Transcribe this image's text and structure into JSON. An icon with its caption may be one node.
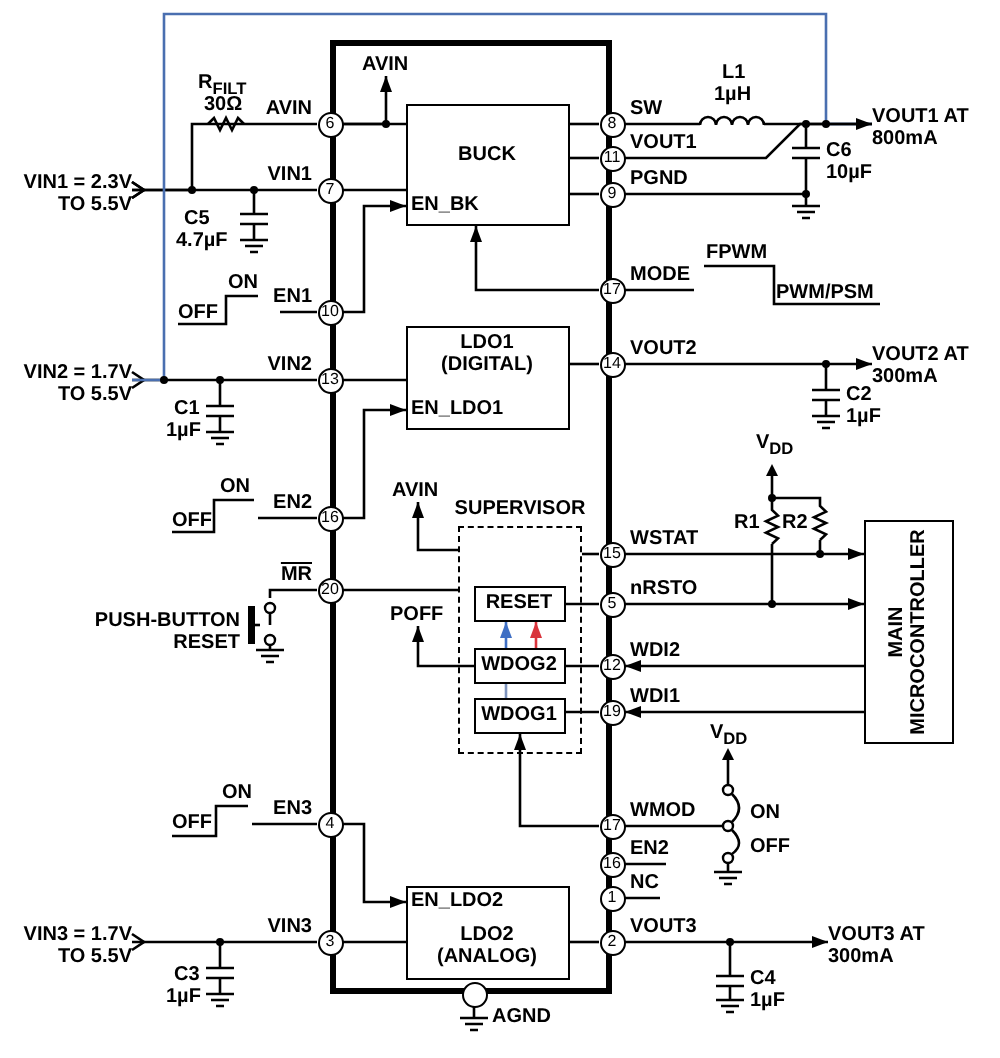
{
  "diagram": {
    "nodes": [
      {
        "text": [],
        "shape": "box"
      },
      {
        "text": [
          "BUCK",
          "EN_BK"
        ],
        "in": 0
      },
      {
        "text": [
          "LDO1 (DIGITAL)",
          "EN_LDO1"
        ],
        "in": 0
      },
      {
        "text": [
          "SUPERVISOR"
        ],
        "in": 0
      },
      {
        "text": [
          "RESET"
        ],
        "in": 3
      },
      {
        "text": [
          "WDOG2"
        ],
        "in": 3
      },
      {
        "text": [
          "WDOG1"
        ],
        "in": 3
      },
      {
        "text": [
          "EN_LDO2",
          "LDO2 (ANALOG)"
        ],
        "in": 0
      },
      {
        "text": [
          "MAIN MICROCONTROLLER"
        ]
      },
      {
        "text": [
          "AVIN"
        ],
        "in": 0
      },
      {
        "text": [
          "AVIN"
        ],
        "in": 0
      },
      {
        "text": [
          "POFF"
        ],
        "in": 0
      },
      {
        "text": [
          "6"
        ],
        "beside": [
          "AVIN"
        ]
      },
      {
        "text": [
          "7"
        ],
        "beside": [
          "VIN1"
        ]
      },
      {
        "text": [
          "10"
        ],
        "beside": [
          "EN1"
        ]
      },
      {
        "text": [
          "13"
        ],
        "beside": [
          "VIN2"
        ]
      },
      {
        "text": [
          "16"
        ],
        "beside": [
          "EN2"
        ]
      },
      {
        "text": [
          "20"
        ],
        "beside": [
          "MR"
        ]
      },
      {
        "text": [
          "4"
        ],
        "beside": [
          "EN3"
        ]
      },
      {
        "text": [
          "3"
        ],
        "beside": [
          "VIN3"
        ]
      },
      {
        "text": [
          "8"
        ],
        "beside": [
          "SW"
        ]
      },
      {
        "text": [
          "11"
        ],
        "beside": [
          "VOUT1"
        ]
      },
      {
        "text": [
          "9"
        ],
        "beside": [
          "PGND"
        ]
      },
      {
        "text": [
          "17"
        ],
        "beside": [
          "MODE"
        ]
      },
      {
        "text": [
          "14"
        ],
        "beside": [
          "VOUT2"
        ]
      },
      {
        "text": [
          "15"
        ],
        "beside": [
          "WSTAT"
        ]
      },
      {
        "text": [
          "5"
        ],
        "beside": [
          "nRSTO"
        ]
      },
      {
        "text": [
          "12"
        ],
        "beside": [
          "WDI2"
        ]
      },
      {
        "text": [
          "19"
        ],
        "beside": [
          "WDI1"
        ]
      },
      {
        "text": [
          "17"
        ],
        "beside": [
          "WMOD"
        ]
      },
      {
        "text": [
          "16"
        ],
        "beside": [
          "EN2"
        ]
      },
      {
        "text": [
          "1"
        ],
        "beside": [
          "NC"
        ]
      },
      {
        "text": [
          "2"
        ],
        "beside": [
          "VOUT3"
        ]
      },
      {
        "text": [],
        "shape": "circle",
        "beside": [
          "AGND"
        ]
      },
      {
        "text": [
          "VIN1 = 2.3V TO 5.5V"
        ]
      },
      {
        "text": [
          "VIN2 = 1.7V TO 5.5V"
        ]
      },
      {
        "text": [],
        "shape": "switch",
        "beside": [
          "PUSH-BUTTON RESET"
        ]
      },
      {
        "text": [
          "VIN3 = 1.7V TO 5.5V"
        ]
      },
      {
        "text": [
          "VOUT1 AT 800mA"
        ]
      },
      {
        "text": [
          "VOUT2 AT 300mA"
        ]
      },
      {
        "text": [
          "VOUT3 AT 300mA"
        ]
      },
      {
        "text": [],
        "shape": "coil",
        "beside": [
          "L1",
          "1µH"
        ]
      },
      {
        "text": [],
        "shape": "capacitor",
        "beside": [
          "C6",
          "10µF"
        ]
      }
    ],
    "edges": [
      {
        "from": 34,
        "to": 13,
        "arrow": "other"
      },
      {
        "from": 34,
        "to": 12,
        "arrow": "other"
      },
      {
        "from": 35,
        "to": 15,
        "arrow": "other"
      },
      {
        "from": 37,
        "to": 19,
        "arrow": "other"
      },
      {
        "from": 17,
        "to": 36,
        "arrow": "none"
      },
      {
        "from": 12,
        "to": 1,
        "arrow": "none"
      },
      {
        "from": 12,
        "to": 9,
        "arrow": "to"
      },
      {
        "from": 13,
        "to": 1,
        "arrow": "none"
      },
      {
        "from": 14,
        "to": 1,
        "arrow": "to"
      },
      {
        "from": 1,
        "to": 20,
        "arrow": "none"
      },
      {
        "from": 1,
        "to": 21,
        "arrow": "none"
      },
      {
        "from": 1,
        "to": 22,
        "arrow": "none"
      },
      {
        "from": 23,
        "to": 1,
        "arrow": "to"
      },
      {
        "from": 15,
        "to": 2,
        "arrow": "none"
      },
      {
        "from": 16,
        "to": 2,
        "arrow": "to"
      },
      {
        "from": 2,
        "to": 24,
        "arrow": "none"
      },
      {
        "from": 3,
        "to": 10,
        "arrow": "to"
      },
      {
        "from": 5,
        "to": 11,
        "arrow": "to"
      },
      {
        "from": 17,
        "to": 3,
        "arrow": "none"
      },
      {
        "from": 4,
        "to": 26,
        "arrow": "none"
      },
      {
        "from": 3,
        "to": 25,
        "arrow": "none"
      },
      {
        "from": 27,
        "to": 5,
        "arrow": "none"
      },
      {
        "from": 28,
        "to": 6,
        "arrow": "none"
      },
      {
        "from": 29,
        "to": 6,
        "arrow": "to"
      },
      {
        "from": 6,
        "to": 5,
        "arrow": "none",
        "color": "#7d93bd"
      },
      {
        "from": 5,
        "to": 4,
        "arrow": "to",
        "color": "#3f6fc4"
      },
      {
        "from": 5,
        "to": 4,
        "arrow": "to",
        "color": "#d9343c"
      },
      {
        "from": 18,
        "to": 7,
        "arrow": "to"
      },
      {
        "from": 19,
        "to": 7,
        "arrow": "none"
      },
      {
        "from": 7,
        "to": 32,
        "arrow": "none"
      },
      {
        "from": 25,
        "to": 8,
        "arrow": "to"
      },
      {
        "from": 26,
        "to": 8,
        "arrow": "to"
      },
      {
        "from": 8,
        "to": 27,
        "arrow": "to"
      },
      {
        "from": 8,
        "to": 28,
        "arrow": "to"
      },
      {
        "from": 20,
        "to": 41,
        "arrow": "none"
      },
      {
        "from": 21,
        "to": 38,
        "arrow": "none"
      },
      {
        "from": 24,
        "to": 39,
        "arrow": "to"
      },
      {
        "from": 32,
        "to": 40,
        "arrow": "to"
      },
      {
        "from": 38,
        "to": 35,
        "arrow": "none",
        "color": "#4a6fb0"
      },
      {
        "from": 41,
        "to": 38,
        "arrow": "to"
      },
      {
        "from": 22,
        "to": 42,
        "arrow": "none"
      }
    ],
    "labels": [
      "R$_{FILT}$",
      "30Ω",
      "C5",
      "4.7µF",
      "FPWM",
      "ON",
      "PWM/PSM",
      "OFF",
      "C1",
      "1µF",
      "C2",
      "1µF",
      "V$_{DD}$",
      "ON",
      "OFF",
      "R1",
      "R2",
      "V$_{DD}$",
      "ON",
      "OFF",
      "ON",
      "OFF",
      "C3",
      "1µF",
      "C4",
      "1µF"
    ]
  }
}
